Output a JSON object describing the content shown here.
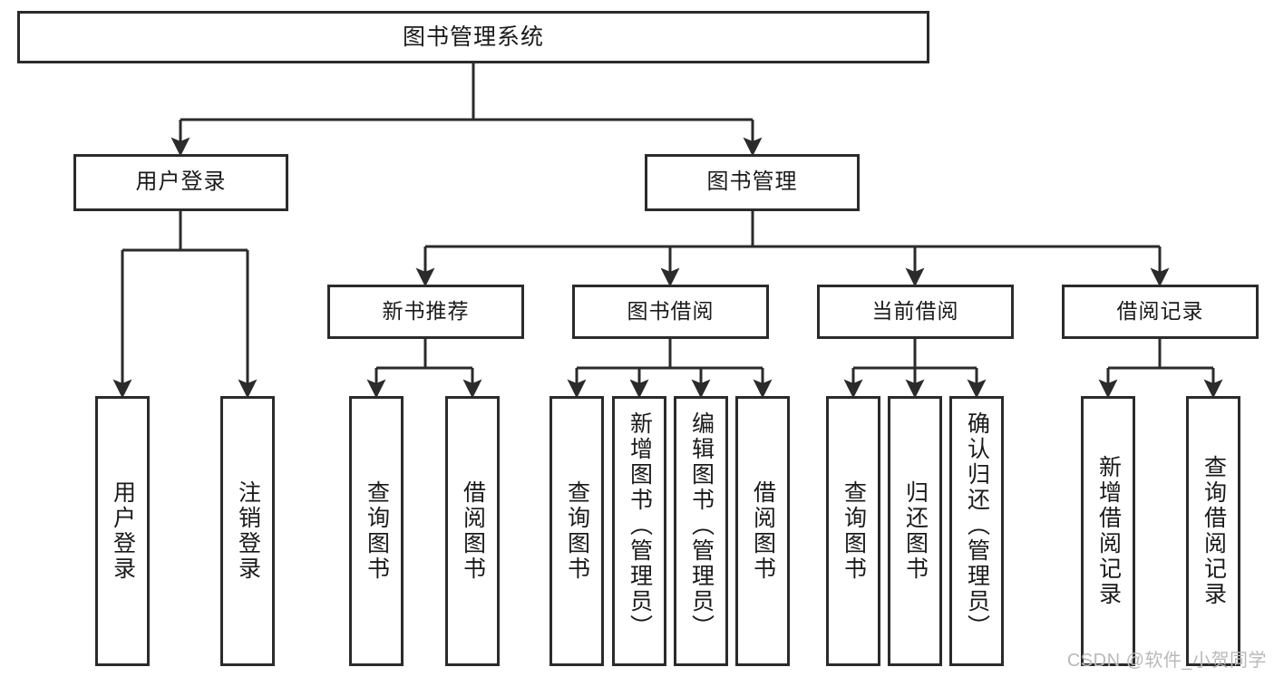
{
  "diagram": {
    "title": "图书管理系统",
    "type": "tree-hierarchy-diagram",
    "colors": {
      "stroke": "#2b2b2b",
      "fill": "#ffffff",
      "text": "#1a1a1a",
      "watermark": "#b9b9b9"
    },
    "nodes": {
      "root": {
        "label": "图书管理系统"
      },
      "level1": [
        {
          "id": "user-login",
          "label": "用户登录"
        },
        {
          "id": "book-management",
          "label": "图书管理"
        }
      ],
      "level2": [
        {
          "id": "new-book-recommend",
          "label": "新书推荐"
        },
        {
          "id": "book-borrow",
          "label": "图书借阅"
        },
        {
          "id": "current-borrow",
          "label": "当前借阅"
        },
        {
          "id": "borrow-record",
          "label": "借阅记录"
        }
      ],
      "leaves": {
        "user-login": [
          {
            "id": "leaf-user-login",
            "label": "用户登录"
          },
          {
            "id": "leaf-logout-login",
            "label": "注销登录"
          }
        ],
        "new-book-recommend": [
          {
            "id": "leaf-query-book-1",
            "label": "查询图书"
          },
          {
            "id": "leaf-borrow-book-1",
            "label": "借阅图书"
          }
        ],
        "book-borrow": [
          {
            "id": "leaf-query-book-2",
            "label": "查询图书"
          },
          {
            "id": "leaf-add-book",
            "label": "新增图书（管理员）"
          },
          {
            "id": "leaf-edit-book",
            "label": "编辑图书（管理员）"
          },
          {
            "id": "leaf-borrow-book-2",
            "label": "借阅图书"
          }
        ],
        "current-borrow": [
          {
            "id": "leaf-query-book-3",
            "label": "查询图书"
          },
          {
            "id": "leaf-return-book",
            "label": "归还图书"
          },
          {
            "id": "leaf-confirm-return",
            "label": "确认归还（管理员）"
          }
        ],
        "borrow-record": [
          {
            "id": "leaf-add-record",
            "label": "新增借阅记录"
          },
          {
            "id": "leaf-query-record",
            "label": "查询借阅记录"
          }
        ]
      }
    },
    "watermark": "CSDN @软件_小贺同学"
  }
}
